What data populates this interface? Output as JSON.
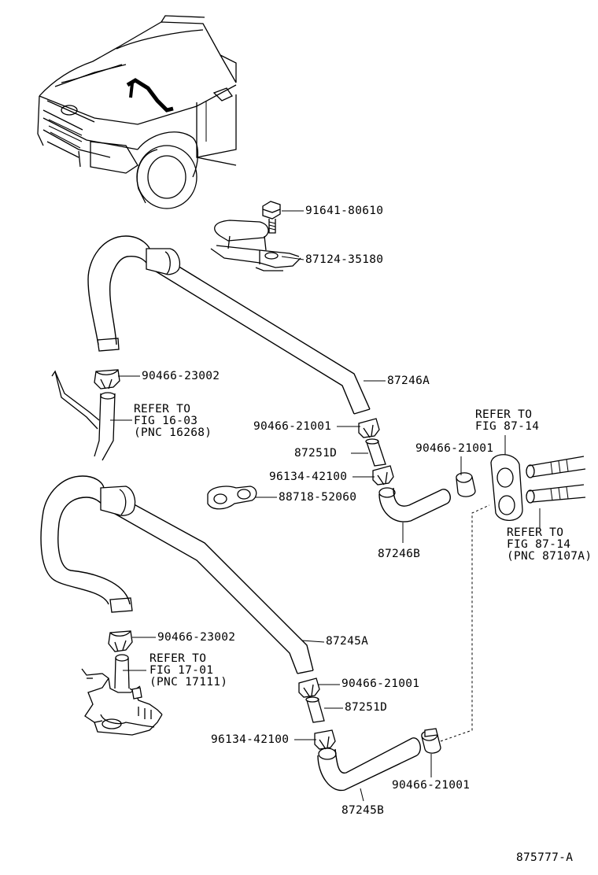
{
  "callouts": {
    "p91641": "91641-80610",
    "p87124": "87124-35180",
    "p90466_23002_a": "90466-23002",
    "p87246A": "87246A",
    "refer_1603_l1": "REFER TO",
    "refer_1603_l2": "FIG 16-03",
    "refer_1603_l3": "(PNC 16268)",
    "p90466_21001_a": "90466-21001",
    "p87251D_a": "87251D",
    "p96134_a": "96134-42100",
    "p88718": "88718-52060",
    "p87246B": "87246B",
    "refer_8714a_l1": "REFER TO",
    "refer_8714a_l2": "FIG 87-14",
    "p90466_21001_b": "90466-21001",
    "refer_8714b_l1": "REFER TO",
    "refer_8714b_l2": "FIG 87-14",
    "refer_8714b_l3": "(PNC 87107A)",
    "p90466_23002_b": "90466-23002",
    "refer_1701_l1": "REFER TO",
    "refer_1701_l2": "FIG 17-01",
    "refer_1701_l3": "(PNC 17111)",
    "p87245A": "87245A",
    "p90466_21001_c": "90466-21001",
    "p87251D_b": "87251D",
    "p96134_b": "96134-42100",
    "p90466_21001_d": "90466-21001",
    "p87245B": "87245B"
  },
  "diagram_id": "875777-A"
}
